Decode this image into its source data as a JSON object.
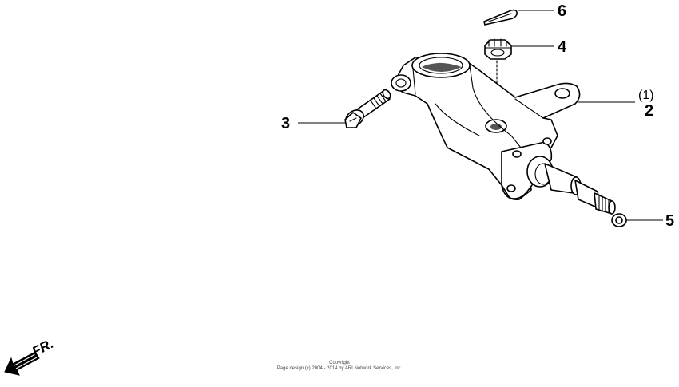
{
  "callouts": {
    "c6": "6",
    "c4": "4",
    "c1": "(1)",
    "c2": "2",
    "c3": "3",
    "c5": "5"
  },
  "direction": {
    "label": "FR."
  },
  "copyright": {
    "line1": "Copyright",
    "line2": "Page design (c) 2004 - 2014 by ARI Network Services, Inc."
  }
}
